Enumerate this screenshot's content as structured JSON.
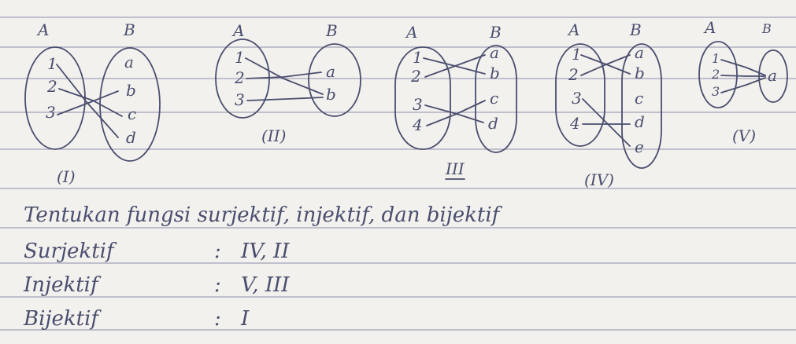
{
  "diagrams": [
    {
      "id": "I",
      "label": "(I)",
      "set_a": "A",
      "set_b": "B",
      "domain": [
        "1",
        "2",
        "3"
      ],
      "codomain": [
        "a",
        "b",
        "c",
        "d"
      ]
    },
    {
      "id": "II",
      "label": "(II)",
      "set_a": "A",
      "set_b": "B",
      "domain": [
        "1",
        "2",
        "3"
      ],
      "codomain": [
        "a",
        "b"
      ]
    },
    {
      "id": "III",
      "label": "III",
      "set_a": "A",
      "set_b": "B",
      "domain": [
        "1",
        "2",
        "3",
        "4"
      ],
      "codomain": [
        "a",
        "b",
        "c",
        "d"
      ]
    },
    {
      "id": "IV",
      "label": "(IV)",
      "set_a": "A",
      "set_b": "B",
      "domain": [
        "1",
        "2",
        "3",
        "4"
      ],
      "codomain": [
        "a",
        "b",
        "c",
        "d",
        "e"
      ]
    },
    {
      "id": "V",
      "label": "(V)",
      "set_a": "A",
      "set_b": "B",
      "domain": [
        "1",
        "2",
        "3"
      ],
      "codomain": [
        "a"
      ]
    }
  ],
  "question": "Tentukan fungsi surjektif, injektif, dan bijektif",
  "answers": [
    {
      "term": "Surjektif",
      "sep": ":",
      "value": "IV, II"
    },
    {
      "term": "Injektif",
      "sep": ":",
      "value": "V, III"
    },
    {
      "term": "Bijektif",
      "sep": ":",
      "value": "I"
    }
  ]
}
